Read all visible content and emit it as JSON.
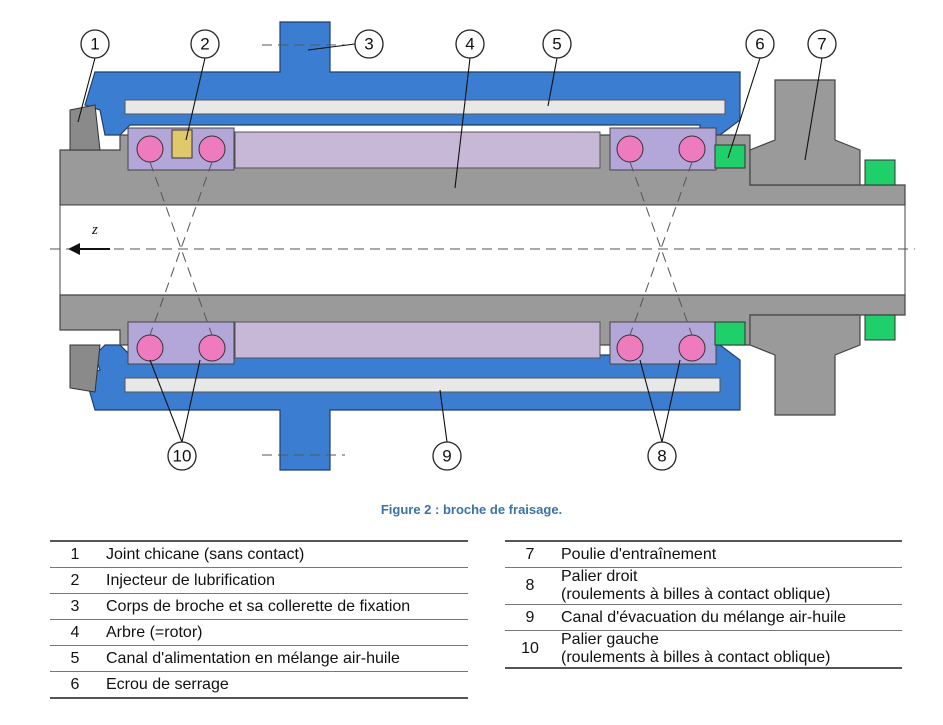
{
  "figure": {
    "caption": "Figure 2 : broche de fraisage.",
    "axis_label": "z⃗",
    "callouts": [
      "1",
      "2",
      "3",
      "4",
      "5",
      "6",
      "7",
      "8",
      "9",
      "10"
    ],
    "colors": {
      "housing": "#3b7ed1",
      "shaft": "#9a9a9a",
      "spacer": "#c8b8d8",
      "ball": "#ef7bbf",
      "nut": "#1fcf6a",
      "pulley": "#9a9a9a"
    }
  },
  "legend_left": [
    {
      "num": "1",
      "text": "Joint chicane (sans contact)"
    },
    {
      "num": "2",
      "text": "Injecteur de lubrification"
    },
    {
      "num": "3",
      "text": "Corps de broche et sa collerette de fixation"
    },
    {
      "num": "4",
      "text": "Arbre  (=rotor)"
    },
    {
      "num": "5",
      "text": "Canal d'alimentation en mélange air-huile"
    },
    {
      "num": "6",
      "text": "Ecrou de serrage"
    }
  ],
  "legend_right": [
    {
      "num": "7",
      "text": "Poulie d'entraînement"
    },
    {
      "num": "8",
      "text": "Palier droit",
      "text2": " (roulements à billes à contact oblique)"
    },
    {
      "num": "9",
      "text": "Canal d'évacuation du mélange air-huile"
    },
    {
      "num": "10",
      "text": "Palier gauche",
      "text2": " (roulements à billes à contact oblique)"
    }
  ]
}
